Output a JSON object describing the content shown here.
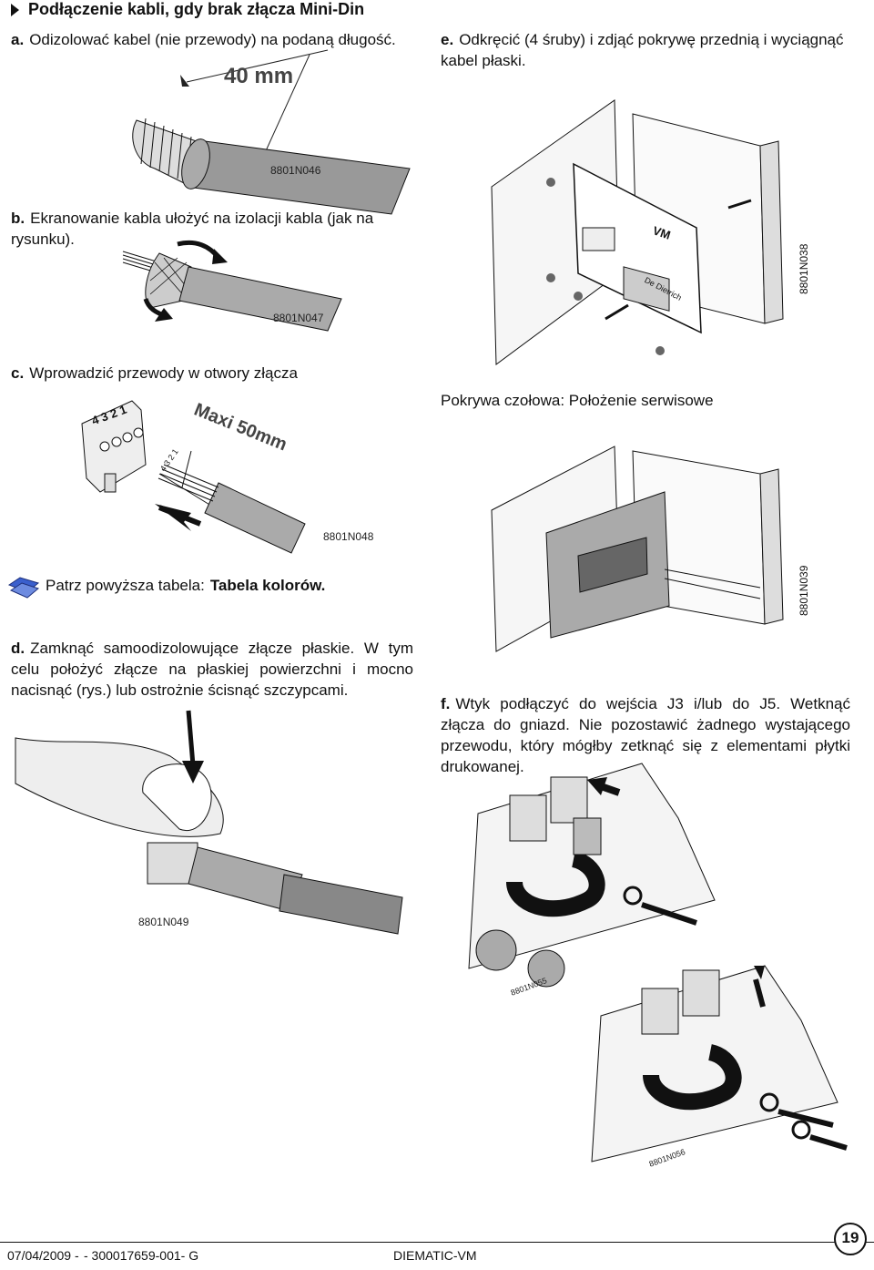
{
  "heading": "Podłączenie kabli, gdy brak złącza Mini-Din",
  "steps": {
    "a": {
      "letter": "a.",
      "text": "Odizolować kabel (nie przewody) na podaną długość."
    },
    "b": {
      "letter": "b.",
      "text": "Ekranowanie kabla ułożyć na izolacji kabla (jak na rysunku)."
    },
    "c": {
      "letter": "c.",
      "text": "Wprowadzić przewody w otwory złącza"
    },
    "d": {
      "letter": "d.",
      "text": "Zamknąć samoodizolowujące złącze płaskie. W tym celu położyć złącze na płaskiej powierzchni i mocno nacisnąć (rys.) lub ostrożnie ścisnąć szczypcami."
    },
    "e": {
      "letter": "e.",
      "text": "Odkręcić (4 śruby) i zdjąć pokrywę przednią i wyciągnąć kabel płaski."
    },
    "f": {
      "letter": "f.",
      "text": "Wtyk podłączyć do wejścia J3 i/lub do J5. Wetknąć złącza do gniazd. Nie pozostawić żadnego wystającego przewodu, który mógłby zetknąć się z elementami płytki drukowanej."
    }
  },
  "figures": {
    "n046": "8801N046",
    "n047": "8801N047",
    "n048": "8801N048",
    "n049": "8801N049",
    "n038": "8801N038",
    "n039": "8801N039",
    "n055": "8801N055",
    "n056": "8801N056",
    "dim_40": "40 mm",
    "dim_maxi": "Maxi 50mm",
    "pins": "4 3 2 1",
    "pins_small": "4 3 2 1",
    "vm_label": "VM",
    "brand": "De Dietrich"
  },
  "service_caption": "Pokrywa czołowa: Położenie serwisowe",
  "note": {
    "prefix": "Patrz powyższa tabela: ",
    "bold": "Tabela kolorów."
  },
  "footer": {
    "date": "07/04/2009 -",
    "code": "- 300017659-001- G",
    "product": "DIEMATIC-VM",
    "page": "19"
  },
  "icons": [
    "triangle-bullet-icon",
    "pointer-hands-icon"
  ]
}
